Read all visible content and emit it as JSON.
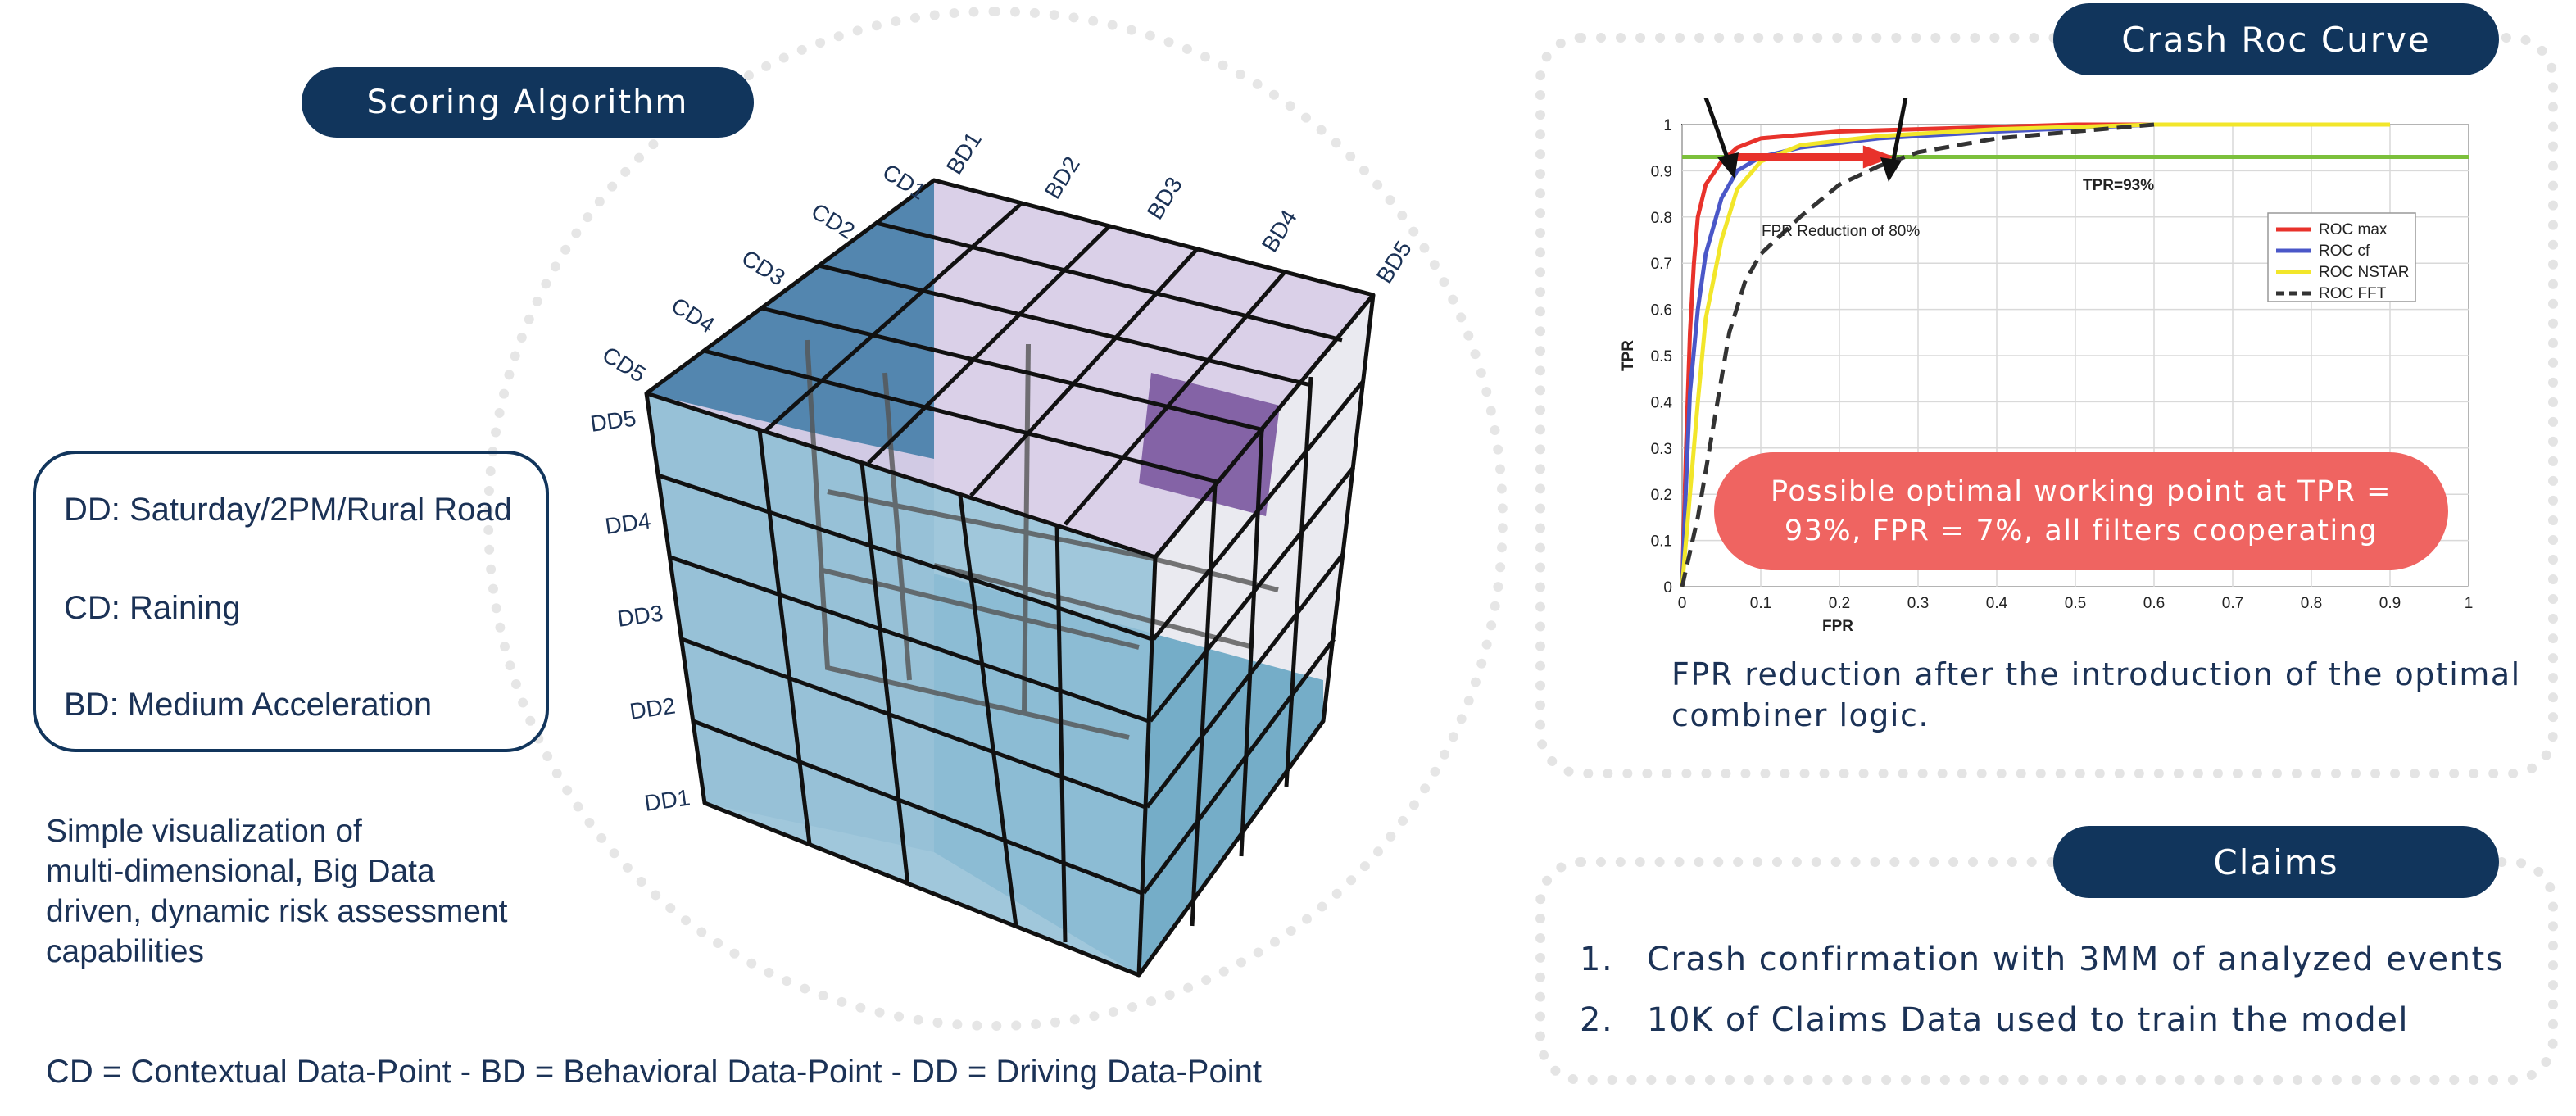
{
  "scoring": {
    "title": "Scoring Algorithm",
    "legend_lines": [
      "DD: Saturday/2PM/Rural Road",
      "CD: Raining",
      "BD: Medium  Acceleration"
    ],
    "description_lines": [
      "Simple visualization of",
      "multi-dimensional,  Big Data",
      "driven, dynamic risk assessment",
      "capabilities"
    ],
    "footnote": "CD = Contextual Data-Point - BD = Behavioral Data-Point - DD = Driving Data-Point",
    "cube_labels": {
      "cd": [
        "CD1",
        "CD2",
        "CD3",
        "CD4",
        "CD5"
      ],
      "bd": [
        "BD1",
        "BD2",
        "BD3",
        "BD4",
        "BD5"
      ],
      "dd": [
        "DD5",
        "DD4",
        "DD3",
        "DD2",
        "DD1"
      ]
    }
  },
  "roc": {
    "title": "Crash Roc Curve",
    "caption_lines": [
      "FPR reduction after the introduction of the optimal",
      "combiner logic."
    ],
    "callout_lines": [
      "Possible optimal working point at TPR =",
      "93%, FPR = 7%, all filters cooperating"
    ],
    "annotation_fpr": "FPR Reduction  of 80%",
    "annotation_tpr": "TPR=93%"
  },
  "chart_data": {
    "type": "line",
    "xlabel": "FPR",
    "ylabel": "TPR",
    "xlim": [
      0,
      1
    ],
    "ylim": [
      0,
      1
    ],
    "xticks": [
      "0",
      "0.1",
      "0.2",
      "0.3",
      "0.4",
      "0.5",
      "0.6",
      "0.7",
      "0.8",
      "0.9",
      "1"
    ],
    "yticks": [
      "0",
      "0.1",
      "0.2",
      "0.3",
      "0.4",
      "0.5",
      "0.6",
      "0.7",
      "0.8",
      "0.9",
      "1"
    ],
    "grid": true,
    "legend_placement": "right",
    "threshold_tpr": 0.93,
    "series": [
      {
        "name": "ROC max",
        "color": "#e8322b",
        "dash": false,
        "points": [
          [
            0,
            0
          ],
          [
            0.005,
            0.3
          ],
          [
            0.01,
            0.55
          ],
          [
            0.015,
            0.7
          ],
          [
            0.02,
            0.8
          ],
          [
            0.03,
            0.87
          ],
          [
            0.05,
            0.92
          ],
          [
            0.07,
            0.95
          ],
          [
            0.1,
            0.97
          ],
          [
            0.2,
            0.985
          ],
          [
            0.3,
            0.99
          ],
          [
            0.5,
            1
          ],
          [
            0.9,
            1
          ]
        ]
      },
      {
        "name": "ROC cf",
        "color": "#4a57c8",
        "dash": false,
        "points": [
          [
            0,
            0
          ],
          [
            0.005,
            0.22
          ],
          [
            0.01,
            0.42
          ],
          [
            0.02,
            0.6
          ],
          [
            0.03,
            0.72
          ],
          [
            0.05,
            0.84
          ],
          [
            0.07,
            0.9
          ],
          [
            0.1,
            0.93
          ],
          [
            0.15,
            0.95
          ],
          [
            0.25,
            0.97
          ],
          [
            0.4,
            0.985
          ],
          [
            0.6,
            1
          ],
          [
            0.9,
            1
          ]
        ]
      },
      {
        "name": "ROC NSTAR",
        "color": "#f2e62a",
        "dash": false,
        "points": [
          [
            0,
            0
          ],
          [
            0.01,
            0.2
          ],
          [
            0.02,
            0.4
          ],
          [
            0.03,
            0.58
          ],
          [
            0.05,
            0.75
          ],
          [
            0.07,
            0.86
          ],
          [
            0.1,
            0.92
          ],
          [
            0.15,
            0.955
          ],
          [
            0.25,
            0.975
          ],
          [
            0.4,
            0.99
          ],
          [
            0.6,
            1
          ],
          [
            0.9,
            1
          ]
        ]
      },
      {
        "name": "ROC FFT",
        "color": "#333333",
        "dash": true,
        "points": [
          [
            0,
            0
          ],
          [
            0.02,
            0.15
          ],
          [
            0.04,
            0.35
          ],
          [
            0.06,
            0.55
          ],
          [
            0.08,
            0.66
          ],
          [
            0.1,
            0.72
          ],
          [
            0.15,
            0.8
          ],
          [
            0.2,
            0.87
          ],
          [
            0.25,
            0.91
          ],
          [
            0.3,
            0.94
          ],
          [
            0.4,
            0.97
          ],
          [
            0.5,
            0.985
          ],
          [
            0.6,
            1
          ]
        ]
      }
    ]
  },
  "claims": {
    "title": "Claims",
    "items": [
      {
        "num": "1.",
        "text": "Crash confirmation with 3MM of analyzed events"
      },
      {
        "num": "2.",
        "text": "10K of Claims Data used to train the model"
      }
    ]
  }
}
